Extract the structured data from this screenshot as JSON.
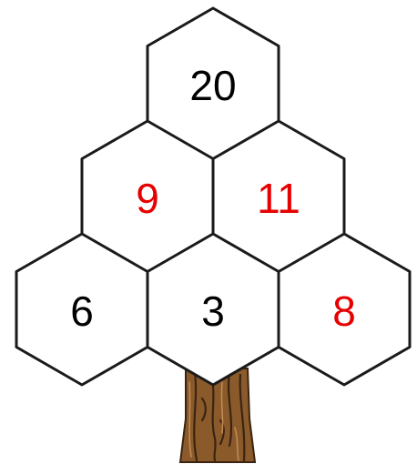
{
  "puzzle": {
    "rows": [
      [
        {
          "value": "20",
          "color": "#000000"
        }
      ],
      [
        {
          "value": "9",
          "color": "#e60000"
        },
        {
          "value": "11",
          "color": "#e60000"
        }
      ],
      [
        {
          "value": "6",
          "color": "#000000"
        },
        {
          "value": "3",
          "color": "#000000"
        },
        {
          "value": "8",
          "color": "#e60000"
        }
      ]
    ]
  },
  "colors": {
    "given": "#000000",
    "answer": "#e60000",
    "trunk": "#8a5a2b",
    "outline": "#1a1a1a"
  }
}
